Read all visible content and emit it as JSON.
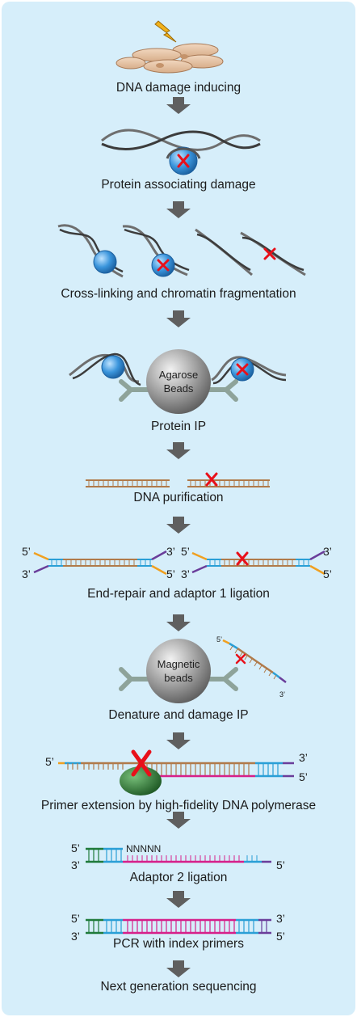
{
  "steps": {
    "s1": "DNA damage inducing",
    "s2": "Protein associating damage",
    "s3": "Cross-linking and chromatin fragmentation",
    "s4": "Protein IP",
    "s5": "DNA purification",
    "s6": "End-repair and adaptor 1 ligation",
    "s7": "Denature and damage IP",
    "s8": "Primer extension by high-fidelity DNA polymerase",
    "s9": "Adaptor 2 ligation",
    "s10": "PCR with index primers",
    "s11": "Next generation sequencing"
  },
  "beads": {
    "agarose_line1": "Agarose",
    "agarose_line2": "Beads",
    "magnetic_line1": "Magnetic",
    "magnetic_line2": "beads"
  },
  "ends": {
    "five": "5’",
    "three": "3’"
  },
  "random_primer": "NNNNN",
  "colors": {
    "background": "#d6eefa",
    "arrow": "#5f5f5f",
    "dna_strand": "#b07a4a",
    "adaptor_blue": "#2a9fd6",
    "adaptor_orange": "#f0a020",
    "adaptor_purple": "#6a3d9a",
    "extension_magenta": "#d6208a",
    "primer_green": "#1f7a3a",
    "damage_red": "#e8101a",
    "protein_blue": "#2f8fd8",
    "bead_grey": "#9a9a9a",
    "polymerase_green": "#2f7a35"
  }
}
